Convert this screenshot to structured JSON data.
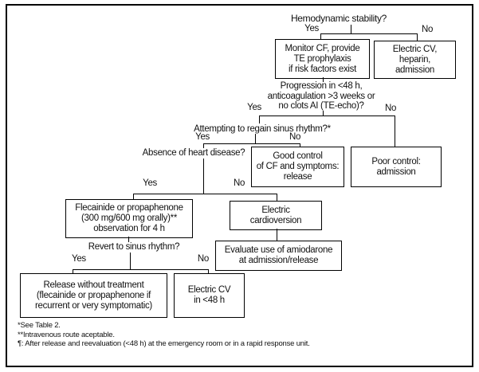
{
  "figure": {
    "type": "decision-flowchart",
    "colors": {
      "ink": "#000000",
      "background": "#ffffff"
    }
  },
  "questions": {
    "hemodynamic": "Hemodynamic stability?",
    "progression": {
      "lines": [
        "Progression in <48 h,",
        "anticoagulation >3 weeks or",
        "no clots AI (TE-echo)?"
      ]
    },
    "attempting": "Attempting to regain sinus rhythm?*",
    "absence": "Absence of heart disease?",
    "revert": "Revert to sinus rhythm?"
  },
  "boxes": {
    "monitor": {
      "lines": [
        "Monitor CF, provide",
        "TE prophylaxis",
        "if risk factors exist"
      ]
    },
    "electric_cv": {
      "lines": [
        "Electric CV,",
        "heparin,",
        "admission"
      ]
    },
    "good_control": {
      "lines": [
        "Good control",
        "of CF and symptoms:",
        "release"
      ]
    },
    "poor_control": {
      "lines": [
        "Poor control:",
        "admission"
      ]
    },
    "flecainide": {
      "lines": [
        "Flecainide or propaphenone",
        "(300 mg/600 mg orally)**",
        "observation for 4 h"
      ]
    },
    "cardioversion": {
      "lines": [
        "Electric",
        "cardioversion"
      ]
    },
    "amiodarone": {
      "lines": [
        "Evaluate use of amiodarone",
        "at admission/release"
      ]
    },
    "release": {
      "lines": [
        "Release without treatment",
        "(flecainide or propaphenone if",
        "recurrent or very symptomatic)"
      ]
    },
    "electric_cv_48": {
      "lines": [
        "Electric CV",
        "in <48 h"
      ]
    }
  },
  "labels": {
    "yes": "Yes",
    "no": "No"
  },
  "footnotes": [
    "*See Table 2.",
    "**Intravenous route aceptable.",
    "¶: After release and reevaluation (<48 h) at the emergency room or in a rapid response unit."
  ]
}
